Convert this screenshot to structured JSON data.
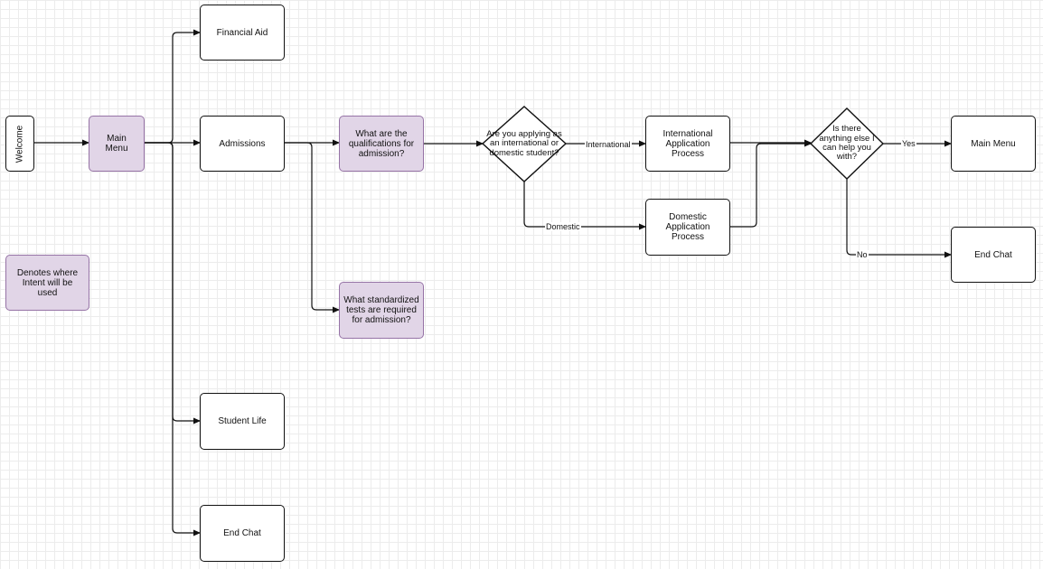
{
  "nodes": {
    "welcome": "Welcome",
    "main_menu": "Main Menu",
    "financial_aid": "Financial Aid",
    "admissions": "Admissions",
    "qualifications": "What are the qualifications for admission?",
    "standardized_tests": "What standardized tests are required for admission?",
    "applying_as": "Are you applying as an international or domestic student?",
    "international_process": "International Application Process",
    "domestic_process": "Domestic Application Process",
    "anything_else": "Is there anything else I can help you with?",
    "main_menu_end": "Main Menu",
    "end_chat_right": "End Chat",
    "student_life": "Student Life",
    "end_chat_left": "End Chat",
    "legend": "Denotes where Intent will be used"
  },
  "edge_labels": {
    "international": "International",
    "domestic": "Domestic",
    "yes": "Yes",
    "no": "No"
  },
  "colors": {
    "intent_fill": "#e1d5e7",
    "intent_border": "#9673a6",
    "line": "#111111",
    "grid": "#ececec"
  }
}
